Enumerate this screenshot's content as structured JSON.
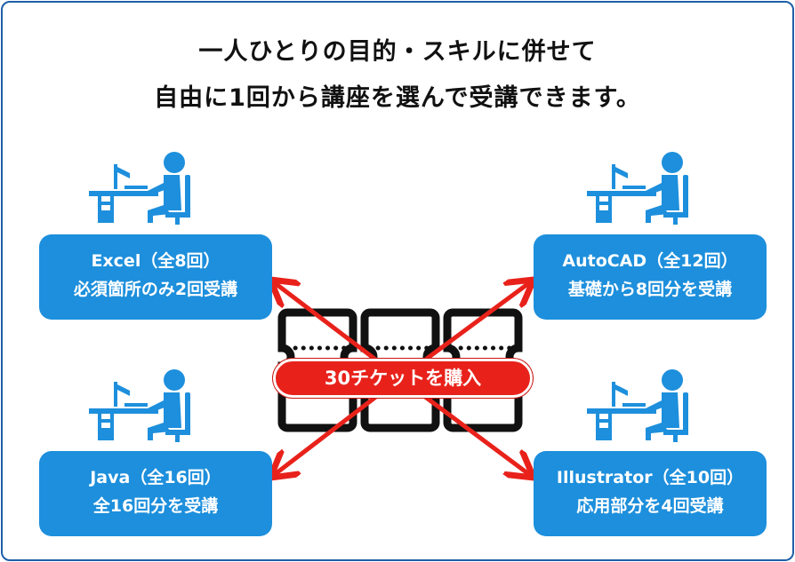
{
  "headline": {
    "line1": "一人ひとりの目的・スキルに併せて",
    "line2": "自由に1回から講座を選んで受講できます。"
  },
  "courses": [
    {
      "title": "Excel（全8回）",
      "detail": "必須箇所のみ2回受講"
    },
    {
      "title": "AutoCAD（全12回）",
      "detail": "基礎から8回分を受講"
    },
    {
      "title": "Java（全16回）",
      "detail": "全16回分を受講"
    },
    {
      "title": "Illustrator（全10回）",
      "detail": "応用部分を4回受講"
    }
  ],
  "center": {
    "label": "30チケットを購入"
  },
  "colors": {
    "box": "#1d8fdc",
    "accent": "#e8221b",
    "figure": "#1d8fdc",
    "ticket": "#111111",
    "frame": "#1f5fa8"
  }
}
